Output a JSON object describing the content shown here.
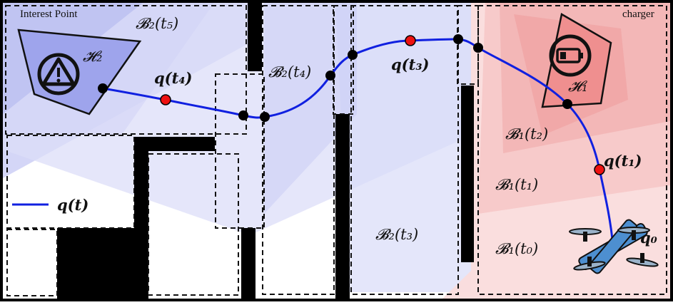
{
  "labels": {
    "interest_point": "Interest Point",
    "charger": "charger",
    "b2_t5": "𝓑₂(t₅)",
    "h2": "𝓗₂",
    "q_t4": "q(t₄)",
    "b2_t4": "𝓑₂(t₄)",
    "q_t3": "q(t₃)",
    "h1": "𝓗₁",
    "b1_t2": "𝓑₁(t₂)",
    "q_t1": "q(t₁)",
    "b1_t1": "𝓑₁(t₁)",
    "b2_t3": "𝓑₂(t₃)",
    "b1_t0": "𝓑₁(t₀)",
    "q0": "q₀",
    "legend_q": "q(t)"
  },
  "colors": {
    "trajectory": "#1020e0",
    "blue_region": "#c9ccf5",
    "red_region": "#f6b0b0",
    "interest_polygon": "#9aa0ea",
    "charger_polygon": "#ee8c8c",
    "red_point": "#ee1111",
    "black_point": "#000000",
    "drone_body": "#4d8fd0"
  },
  "icons": {
    "interest": "warning-triangle-icon",
    "charger": "battery-low-icon",
    "agent": "quadrotor-drone-icon"
  }
}
